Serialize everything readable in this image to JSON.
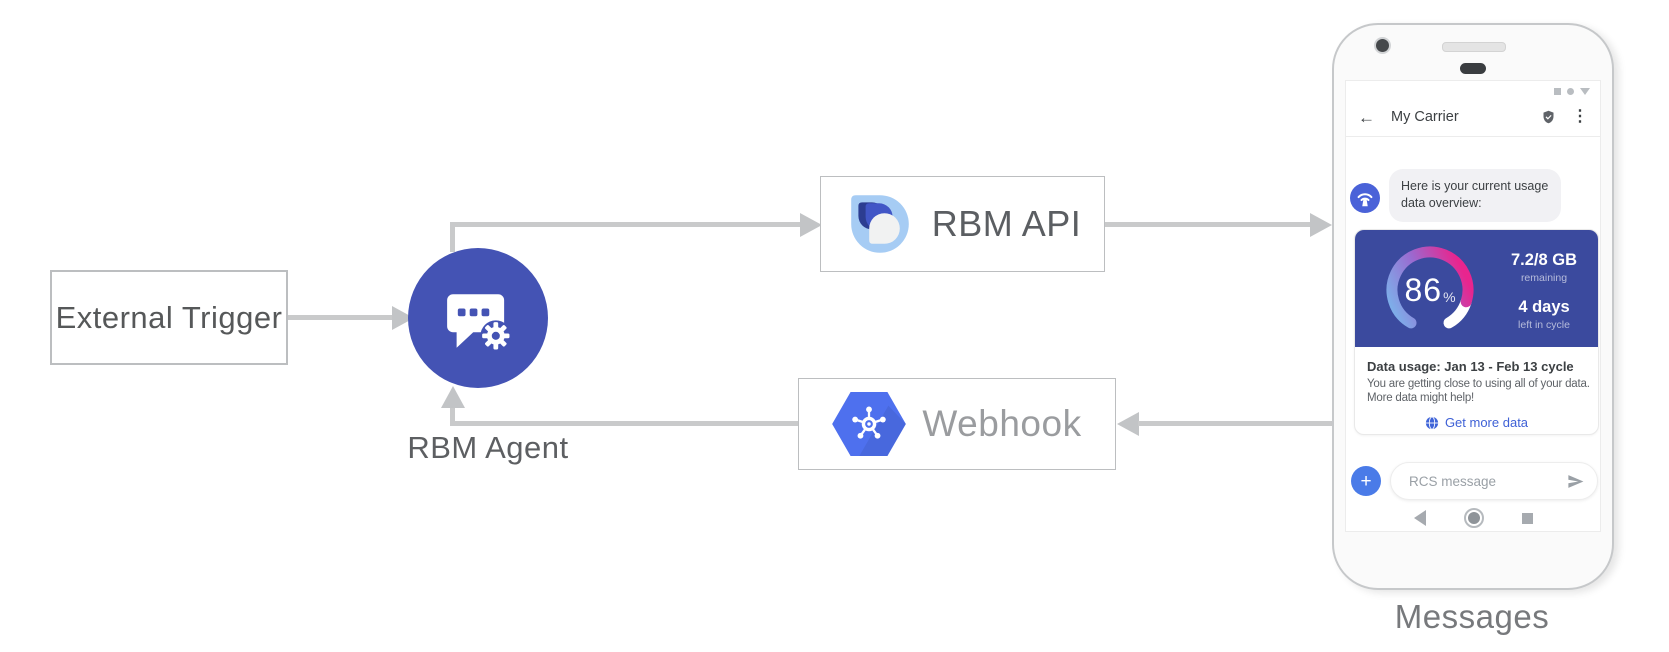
{
  "diagram": {
    "external_trigger_label": "External Trigger",
    "rbm_agent_label": "RBM Agent",
    "rbm_api_label": "RBM API",
    "webhook_label": "Webhook",
    "phone_caption": "Messages"
  },
  "phone": {
    "status_bar_icons": [
      "square",
      "dot",
      "triangle-down"
    ],
    "header": {
      "back_glyph": "←",
      "title": "My Carrier",
      "verified_icon": "shield-check",
      "menu_glyph": "⋮"
    },
    "chat": {
      "agent_avatar_icon": "antenna-broadcast",
      "bubble_text": "Here is your current usage data overview:"
    },
    "usage_card": {
      "percent_value": "86",
      "percent_sign": "%",
      "remaining_value": "7.2/8 GB",
      "remaining_label": "remaining",
      "days_value": "4 days",
      "days_label": "left in cycle",
      "title": "Data usage: Jan 13 - Feb 13 cycle",
      "body_line1": "You are getting close to using all of your data.",
      "body_line2": "More data might help!",
      "action_icon": "globe",
      "action_label": "Get more data"
    },
    "compose": {
      "plus_glyph": "+",
      "placeholder": "RCS message",
      "send_icon": "send-arrow"
    },
    "nav_bar_icons": [
      "back-triangle",
      "home-circle",
      "recent-square"
    ]
  },
  "colors": {
    "agent_indigo": "#4453b4",
    "card_indigo": "#3b4a9e",
    "plus_blue": "#4a7be8",
    "link_blue": "#3f61d6",
    "connector_gray": "#c9cacb",
    "gauge_gradient_start": "#7db0ea",
    "gauge_gradient_mid": "#9a6ad0",
    "gauge_gradient_end": "#e8258e",
    "gauge_value_percent": 86
  }
}
